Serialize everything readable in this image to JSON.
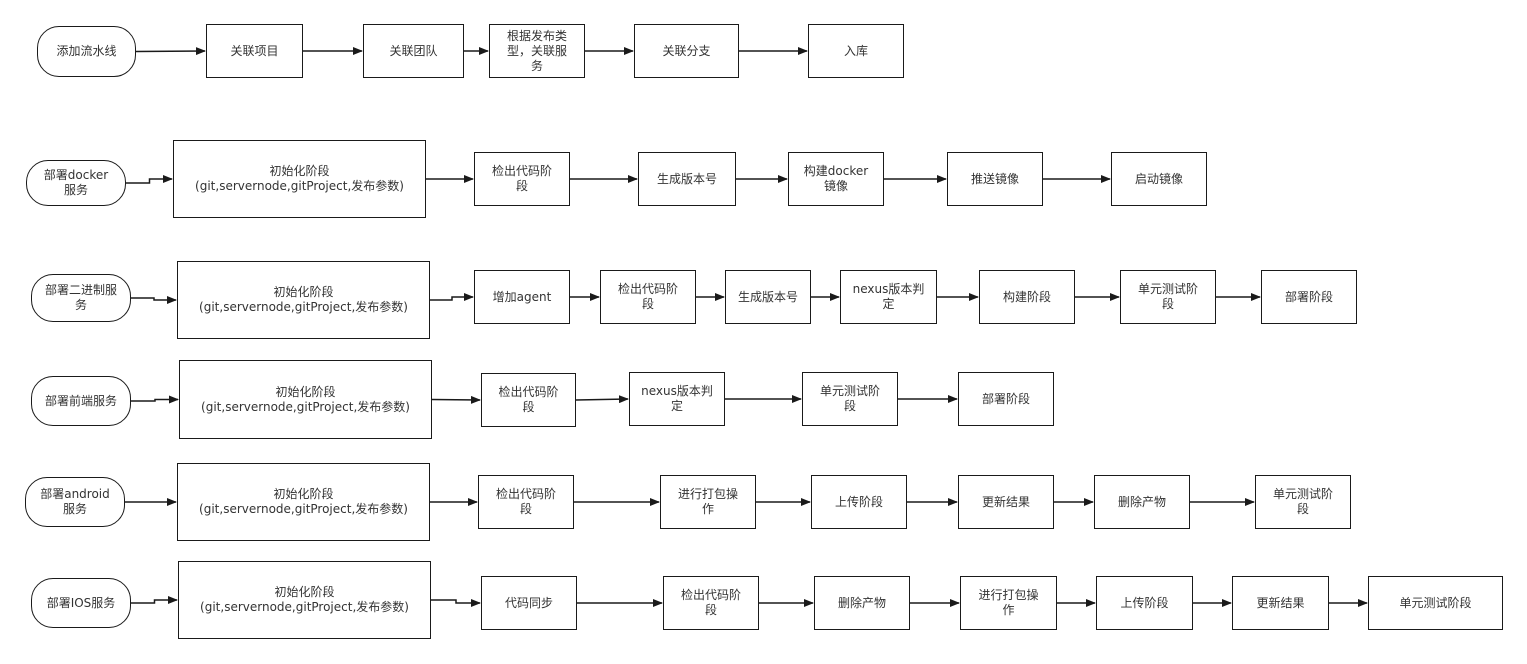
{
  "colors": {
    "stroke": "#1a1a1a",
    "text": "#333333",
    "background": "#ffffff"
  },
  "nodes": {
    "add": "添加流水线",
    "proj": "关联项目",
    "team": "关联团队",
    "svc": "根据发布类\n型，关联服\n务",
    "branch": "关联分支",
    "store": "入库",
    "d_start": "部署docker\n服务",
    "d_init": "初始化阶段\n(git,servernode,gitProject,发布参数)",
    "d_checkout": "检出代码阶\n段",
    "d_ver": "生成版本号",
    "d_build": "构建docker\n镜像",
    "d_push": "推送镜像",
    "d_run": "启动镜像",
    "b_start": "部署二进制服\n务",
    "b_init": "初始化阶段\n(git,servernode,gitProject,发布参数)",
    "b_agent": "增加agent",
    "b_checkout": "检出代码阶\n段",
    "b_ver": "生成版本号",
    "b_nexus": "nexus版本判\n定",
    "b_build": "构建阶段",
    "b_test": "单元测试阶\n段",
    "b_deploy": "部署阶段",
    "f_start": "部署前端服务",
    "f_init": "初始化阶段\n(git,servernode,gitProject,发布参数)",
    "f_checkout": "检出代码阶\n段",
    "f_nexus": "nexus版本判\n定",
    "f_test": "单元测试阶\n段",
    "f_deploy": "部署阶段",
    "a_start": "部署android\n服务",
    "a_init": "初始化阶段\n(git,servernode,gitProject,发布参数)",
    "a_checkout": "检出代码阶\n段",
    "a_pack": "进行打包操\n作",
    "a_upload": "上传阶段",
    "a_update": "更新结果",
    "a_delete": "删除产物",
    "a_test": "单元测试阶\n段",
    "i_start": "部署IOS服务",
    "i_init": "初始化阶段\n(git,servernode,gitProject,发布参数)",
    "i_sync": "代码同步",
    "i_checkout": "检出代码阶\n段",
    "i_delete": "删除产物",
    "i_pack": "进行打包操\n作",
    "i_upload": "上传阶段",
    "i_update": "更新结果",
    "i_test": "单元测试阶段"
  },
  "edges": [
    [
      "add",
      "proj"
    ],
    [
      "proj",
      "team"
    ],
    [
      "team",
      "svc"
    ],
    [
      "svc",
      "branch"
    ],
    [
      "branch",
      "store"
    ],
    [
      "d_start",
      "d_init"
    ],
    [
      "d_init",
      "d_checkout"
    ],
    [
      "d_checkout",
      "d_ver"
    ],
    [
      "d_ver",
      "d_build"
    ],
    [
      "d_build",
      "d_push"
    ],
    [
      "d_push",
      "d_run"
    ],
    [
      "b_start",
      "b_init"
    ],
    [
      "b_init",
      "b_agent"
    ],
    [
      "b_agent",
      "b_checkout"
    ],
    [
      "b_checkout",
      "b_ver"
    ],
    [
      "b_ver",
      "b_nexus"
    ],
    [
      "b_nexus",
      "b_build"
    ],
    [
      "b_build",
      "b_test"
    ],
    [
      "b_test",
      "b_deploy"
    ],
    [
      "f_start",
      "f_init"
    ],
    [
      "f_init",
      "f_checkout"
    ],
    [
      "f_checkout",
      "f_nexus"
    ],
    [
      "f_nexus",
      "f_test"
    ],
    [
      "f_test",
      "f_deploy"
    ],
    [
      "a_start",
      "a_init"
    ],
    [
      "a_init",
      "a_checkout"
    ],
    [
      "a_checkout",
      "a_pack"
    ],
    [
      "a_pack",
      "a_upload"
    ],
    [
      "a_upload",
      "a_update"
    ],
    [
      "a_update",
      "a_delete"
    ],
    [
      "a_delete",
      "a_test"
    ],
    [
      "i_start",
      "i_init"
    ],
    [
      "i_init",
      "i_sync"
    ],
    [
      "i_sync",
      "i_checkout"
    ],
    [
      "i_checkout",
      "i_delete"
    ],
    [
      "i_delete",
      "i_pack"
    ],
    [
      "i_pack",
      "i_upload"
    ],
    [
      "i_upload",
      "i_update"
    ],
    [
      "i_update",
      "i_test"
    ]
  ]
}
